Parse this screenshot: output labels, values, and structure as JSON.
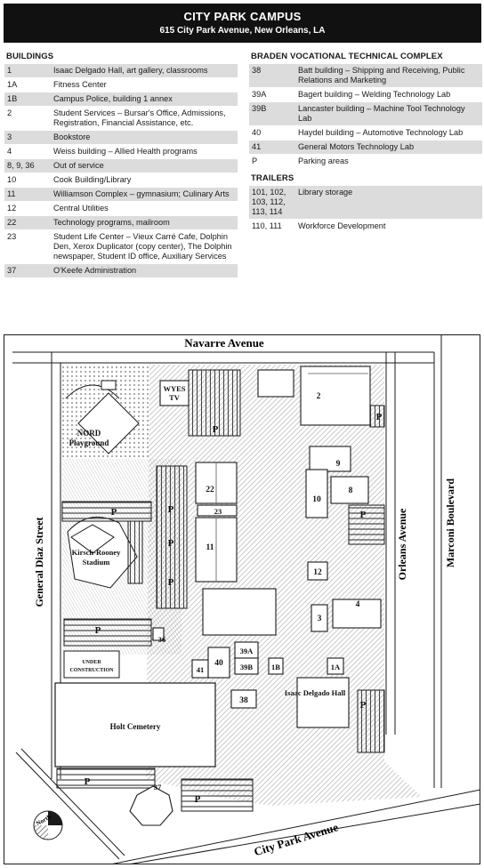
{
  "header": {
    "title": "CITY PARK CAMPUS",
    "address": "615 City Park Avenue, New Orleans, LA"
  },
  "buildings": {
    "heading": "BUILDINGS",
    "rows": [
      {
        "num": "1",
        "desc": "Isaac Delgado Hall, art gallery, classrooms"
      },
      {
        "num": "1A",
        "desc": "Fitness Center"
      },
      {
        "num": "1B",
        "desc": "Campus Police, building 1 annex"
      },
      {
        "num": "2",
        "desc": "Student Services – Bursar's Office, Admissions, Registration, Financial Assistance, etc."
      },
      {
        "num": "3",
        "desc": "Bookstore"
      },
      {
        "num": "4",
        "desc": "Weiss building – Allied Health programs"
      },
      {
        "num": "8, 9, 36",
        "desc": "Out of service"
      },
      {
        "num": "10",
        "desc": "Cook Building/Library"
      },
      {
        "num": "11",
        "desc": "Williamson Complex – gymnasium; Culinary Arts"
      },
      {
        "num": "12",
        "desc": "Central Utilities"
      },
      {
        "num": "22",
        "desc": "Technology programs, mailroom"
      },
      {
        "num": "23",
        "desc": "Student Life Center – Vieux Carré Cafe, Dolphin Den, Xerox Duplicator (copy center), The Dolphin newspaper, Student ID office, Auxiliary Services"
      },
      {
        "num": "37",
        "desc": "O'Keefe Administration"
      }
    ]
  },
  "braden": {
    "heading": "BRADEN VOCATIONAL TECHNICAL COMPLEX",
    "rows": [
      {
        "num": "38",
        "desc": "Batt building – Shipping and Receiving, Public Relations and Marketing"
      },
      {
        "num": "39A",
        "desc": "Bagert building – Welding Technology Lab"
      },
      {
        "num": "39B",
        "desc": "Lancaster building – Machine Tool Technology Lab"
      },
      {
        "num": "40",
        "desc": "Haydel building – Automotive Technology Lab"
      },
      {
        "num": "41",
        "desc": "General Motors Technology Lab"
      },
      {
        "num": "P",
        "desc": "Parking areas"
      }
    ]
  },
  "trailers": {
    "heading": "TRAILERS",
    "rows": [
      {
        "num": "101, 102, 103, 112, 113, 114",
        "desc": "Library storage"
      },
      {
        "num": "110, 111",
        "desc": "Workforce Development"
      }
    ]
  },
  "map": {
    "streets": {
      "navarre": "Navarre Avenue",
      "general_diaz": "General Diaz Street",
      "orleans": "Orleans Avenue",
      "marconi": "Marconi Boulevard",
      "city_park": "City Park Avenue"
    },
    "places": {
      "wyes": "WYES TV",
      "nord": "NORD Playground",
      "stadium": "Kirsch-Rooney Stadium",
      "under_construction": "UNDER CONSTRUCTION",
      "holt": "Holt Cemetery",
      "delgado_hall": "Isaac Delgado Hall",
      "north": "North"
    },
    "building_labels": [
      "2",
      "9",
      "8",
      "10",
      "22",
      "23",
      "11",
      "12",
      "3",
      "4",
      "36",
      "41",
      "40",
      "39A",
      "39B",
      "1B",
      "1A",
      "38",
      "37"
    ],
    "parking_label": "P",
    "colors": {
      "ink": "#1a1a1a",
      "ground": "#ffffff",
      "hatch": "#555555"
    }
  }
}
